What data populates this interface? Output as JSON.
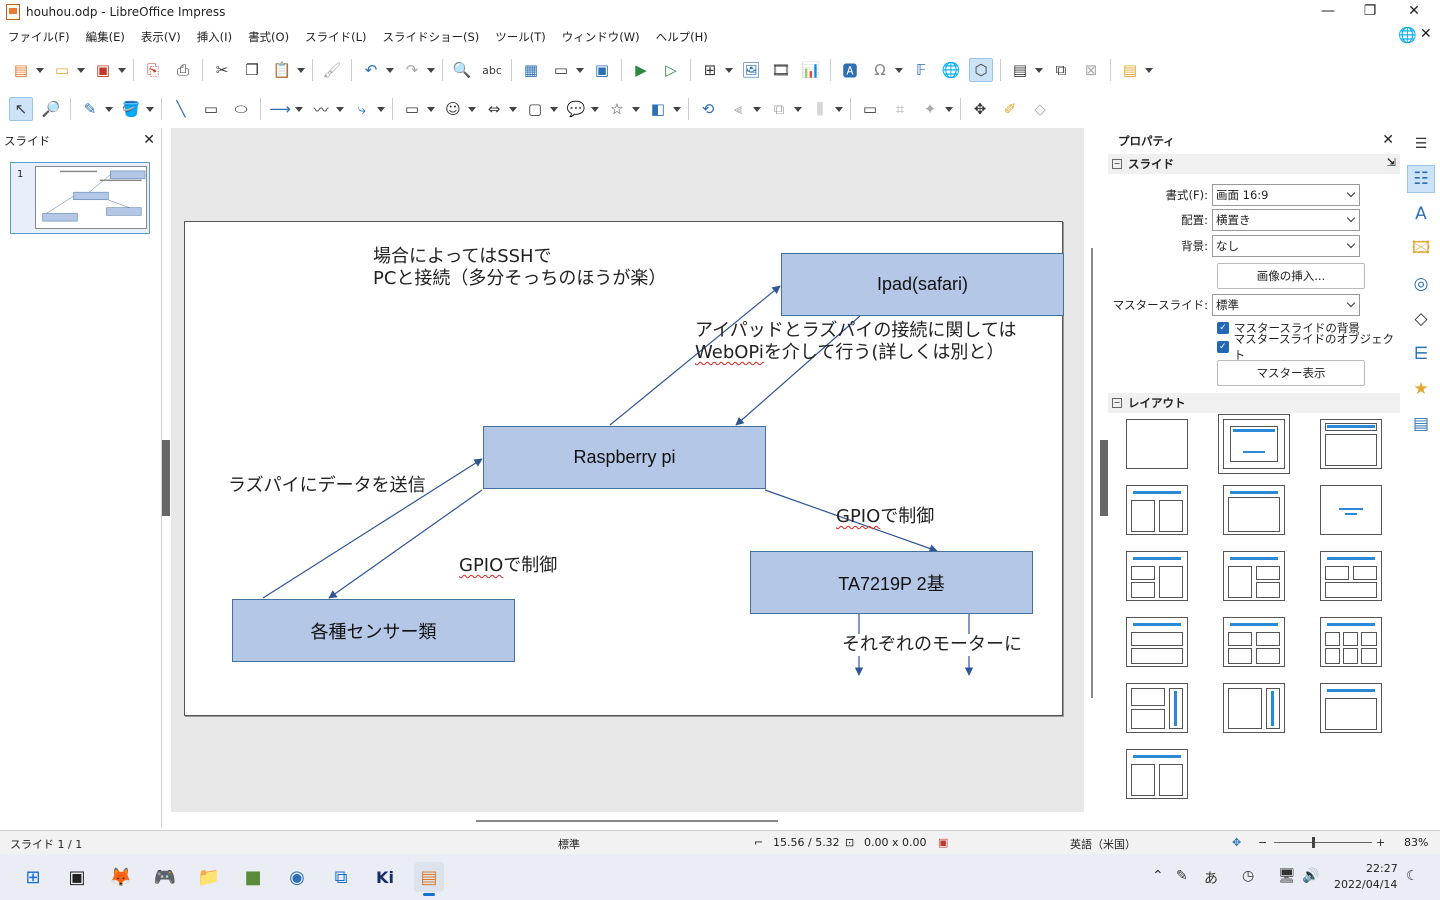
{
  "window": {
    "title": "houhou.odp - LibreOffice Impress",
    "minimize": "—",
    "maximize": "❐",
    "close": "✕"
  },
  "menu": [
    "ファイル(F)",
    "編集(E)",
    "表示(V)",
    "挿入(I)",
    "書式(O)",
    "スライド(L)",
    "スライドショー(S)",
    "ツール(T)",
    "ウィンドウ(W)",
    "ヘルプ(H)"
  ],
  "slides_pane": {
    "title": "スライド",
    "close": "✕",
    "thumb_number": "1"
  },
  "slide": {
    "note_ssh_line1": "場合によってはSSHで",
    "note_ssh_line2": "PCと接続（多分そっちのほうが楽）",
    "box_ipad": "Ipad(safari)",
    "note_ipad_line1": "アイパッドとラズパイの接続に関しては",
    "note_ipad_line2_a": "WebOPi",
    "note_ipad_line2_b": "を介して行う(詳しくは別と）",
    "box_rpi": "Raspberry pi",
    "note_send": "ラズパイにデータを送信",
    "note_gpio_right_a": "GPIO",
    "note_gpio_right_b": "で制御",
    "note_gpio_left_a": "GPIO",
    "note_gpio_left_b": "で制御",
    "box_ta": "TA7219P 2基",
    "box_sensor": "各種センサー類",
    "note_motor": "それぞれのモーターに"
  },
  "properties": {
    "title": "プロパティ",
    "close": "✕",
    "section_slide": "スライド",
    "format_label": "書式(F):",
    "format_value": "画面 16:9",
    "orientation_label": "配置:",
    "orientation_value": "横置き",
    "background_label": "背景:",
    "background_value": "なし",
    "insert_image": "画像の挿入...",
    "master_label": "マスタースライド:",
    "master_value": "標準",
    "master_bg": "マスタースライドの背景",
    "master_obj": "マスタースライドのオブジェクト",
    "master_view": "マスター表示",
    "section_layout": "レイアウト"
  },
  "status": {
    "slide": "スライド 1 / 1",
    "master": "標準",
    "position": "15.56 / 5.32",
    "size": "0.00 x 0.00",
    "language": "英語（米国）",
    "zoom": "83%"
  },
  "taskbar": {
    "time": "22:27",
    "date": "2022/04/14",
    "ime": "あ"
  }
}
